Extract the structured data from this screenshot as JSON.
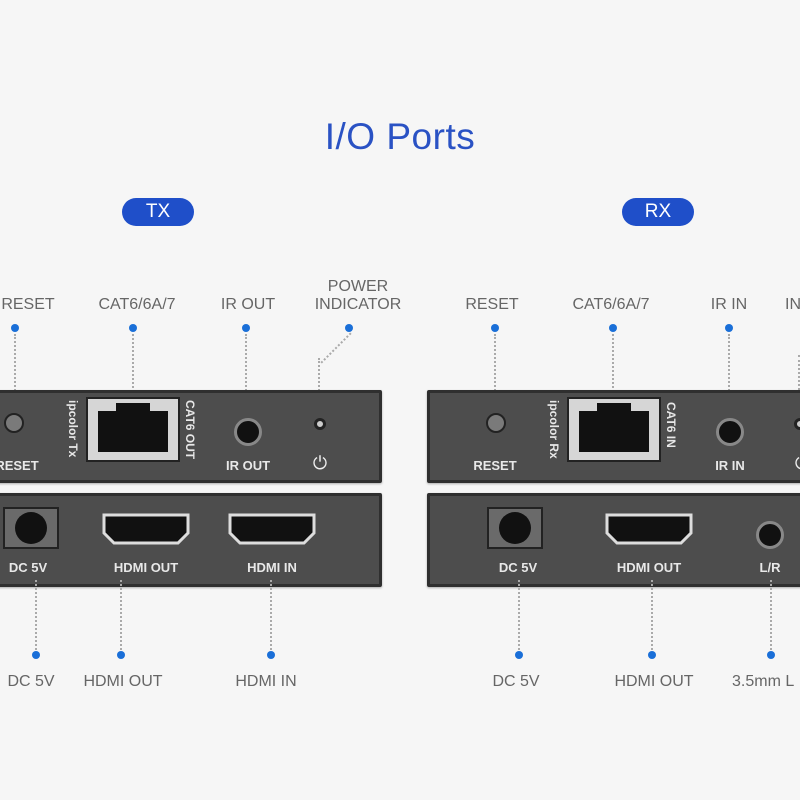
{
  "title": "I/O Ports",
  "tx": {
    "badge": "TX",
    "top_callouts": {
      "reset": "RESET",
      "cat": "CAT6/6A/7",
      "ir": "IR OUT",
      "power": "POWER\nINDICATOR"
    },
    "panel_top": {
      "reset": "RESET",
      "brand": "ipcolor Tx",
      "port": "CAT6 OUT",
      "ir": "IR OUT",
      "power_icon": "power-icon"
    },
    "panel_bottom": {
      "dc": "DC 5V",
      "hdmi_out": "HDMI OUT",
      "hdmi_in": "HDMI IN"
    },
    "bottom_callouts": {
      "dc": "DC 5V",
      "hdmi_out": "HDMI OUT",
      "hdmi_in": "HDMI IN"
    }
  },
  "rx": {
    "badge": "RX",
    "top_callouts": {
      "reset": "RESET",
      "cat": "CAT6/6A/7",
      "ir": "IR IN",
      "power_partial": "IN"
    },
    "panel_top": {
      "reset": "RESET",
      "brand": "ipcolor Rx",
      "port": "CAT6 IN",
      "ir": "IR IN"
    },
    "panel_bottom": {
      "dc": "DC 5V",
      "hdmi_out": "HDMI OUT",
      "lr": "L/R"
    },
    "bottom_callouts": {
      "dc": "DC 5V",
      "hdmi_out": "HDMI OUT",
      "audio_partial": "3.5mm L"
    }
  },
  "colors": {
    "accent": "#1f4fc9",
    "title": "#2a52c4",
    "dot": "#1a6fd8",
    "panel": "#4d4d4d"
  }
}
